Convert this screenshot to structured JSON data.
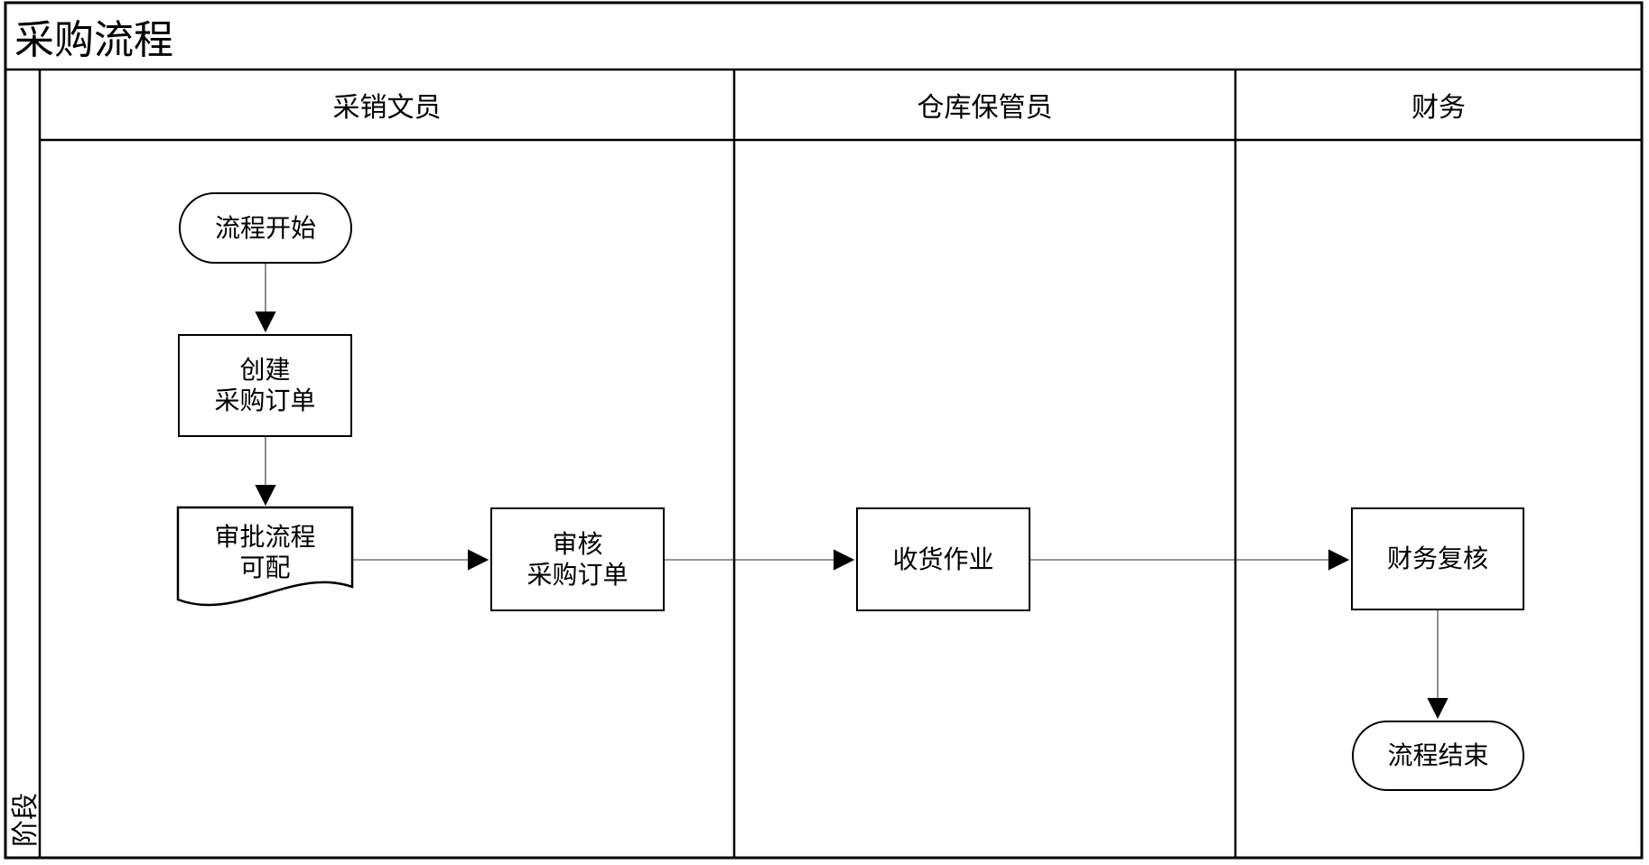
{
  "title": "采购流程",
  "phase": {
    "label": "阶段"
  },
  "lanes": [
    {
      "label": "采销文员"
    },
    {
      "label": "仓库保管员"
    },
    {
      "label": "财务"
    }
  ],
  "nodes": {
    "start": {
      "type": "terminator",
      "label": "流程开始"
    },
    "create_po": {
      "type": "process",
      "label": "创建\n采购订单"
    },
    "approval_doc": {
      "type": "document",
      "label": "审批流程\n可配"
    },
    "review_po": {
      "type": "process",
      "label": "审核\n采购订单"
    },
    "receiving": {
      "type": "process",
      "label": "收货作业"
    },
    "finance_review": {
      "type": "process",
      "label": "财务复核"
    },
    "end": {
      "type": "terminator",
      "label": "流程结束"
    }
  },
  "edges": [
    {
      "from": "start",
      "to": "create_po"
    },
    {
      "from": "create_po",
      "to": "approval_doc"
    },
    {
      "from": "approval_doc",
      "to": "review_po"
    },
    {
      "from": "review_po",
      "to": "receiving"
    },
    {
      "from": "receiving",
      "to": "finance_review"
    },
    {
      "from": "finance_review",
      "to": "end"
    }
  ],
  "colors": {
    "background": "#ffffff",
    "border": "#000000",
    "connector": "#737373",
    "arrowhead": "#000000",
    "text": "#000000"
  }
}
